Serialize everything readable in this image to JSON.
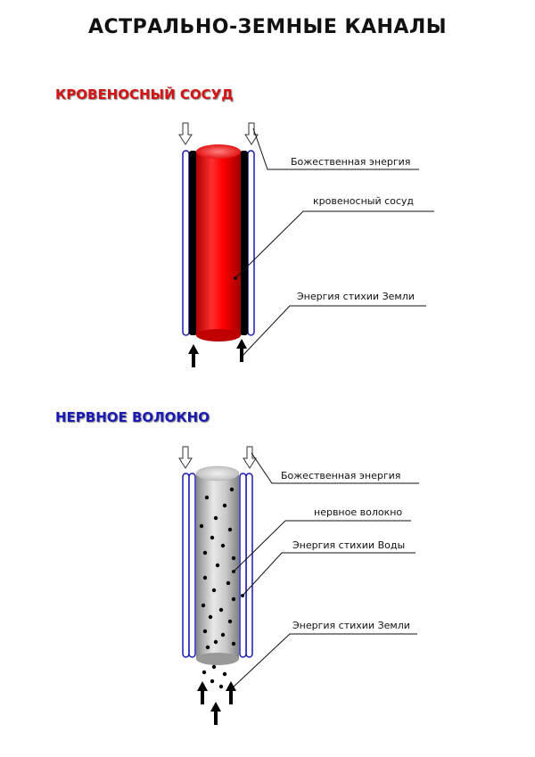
{
  "title": "АСТРАЛЬНО-ЗЕМНЫЕ КАНАЛЫ",
  "section1": {
    "title": "КРОВЕНОСНЫЙ СОСУД",
    "labels": {
      "divine": "Божественная энергия",
      "vessel": "кровеносный сосуд",
      "earth": "Энергия стихии Земли"
    },
    "colors": {
      "title": "#d41414",
      "vessel": "#ff0000",
      "inner_channel": "#000000",
      "outer_channel": "#1a1ab4"
    }
  },
  "section2": {
    "title": "НЕРВНОЕ ВОЛОКНО",
    "labels": {
      "divine": "Божественная энергия",
      "fiber": "нервное волокно",
      "water": "Энергия стихии Воды",
      "earth": "Энергия стихии Земли"
    },
    "colors": {
      "title": "#1a1ab4",
      "fiber": "#b0b0b0",
      "outer_channel": "#1a1ab4"
    }
  }
}
